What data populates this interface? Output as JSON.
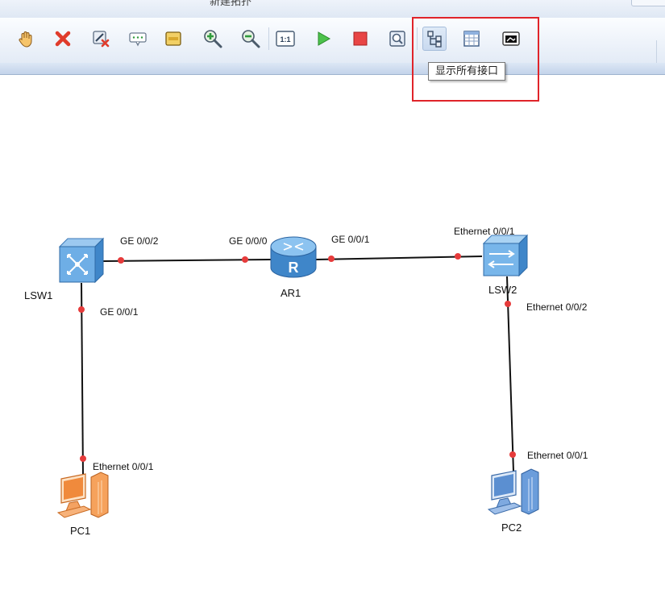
{
  "window": {
    "title": "新建拓扑"
  },
  "toolbar": {
    "buttons": [
      {
        "name": "hand-icon"
      },
      {
        "name": "delete-icon"
      },
      {
        "name": "delete-link-icon"
      },
      {
        "name": "text-icon"
      },
      {
        "name": "palette-icon"
      },
      {
        "name": "zoom-in-icon"
      },
      {
        "name": "zoom-out-icon"
      },
      {
        "name": "actual-size-icon"
      },
      {
        "name": "start-icon"
      },
      {
        "name": "stop-icon"
      },
      {
        "name": "capture-icon"
      },
      {
        "name": "show-interfaces-icon"
      },
      {
        "name": "grid-icon"
      },
      {
        "name": "console-icon"
      }
    ]
  },
  "tooltip": {
    "text": "显示所有接口"
  },
  "colors": {
    "link": "#111111",
    "port_dot": "#e63b3b",
    "highlight": "#e0242a",
    "pc1": "#f08a3c",
    "pc2": "#5b8fd1"
  },
  "devices": {
    "lsw1": {
      "label": "LSW1",
      "type": "core-switch"
    },
    "ar1": {
      "label": "AR1",
      "type": "router"
    },
    "lsw2": {
      "label": "LSW2",
      "type": "switch"
    },
    "pc1": {
      "label": "PC1",
      "type": "pc"
    },
    "pc2": {
      "label": "PC2",
      "type": "pc"
    }
  },
  "links": [
    {
      "from": "LSW1",
      "to": "AR1",
      "from_port": "GE 0/0/2",
      "to_port": "GE 0/0/0"
    },
    {
      "from": "AR1",
      "to": "LSW2",
      "from_port": "GE 0/0/1",
      "to_port": "Ethernet 0/0/1"
    },
    {
      "from": "LSW1",
      "to": "PC1",
      "from_port": "GE 0/0/1",
      "to_port": "Ethernet 0/0/1"
    },
    {
      "from": "LSW2",
      "to": "PC2",
      "from_port": "Ethernet 0/0/2",
      "to_port": "Ethernet 0/0/1"
    }
  ],
  "ports": {
    "lsw1_ge002": "GE 0/0/2",
    "ar1_ge000": "GE 0/0/0",
    "ar1_ge001": "GE 0/0/1",
    "lsw2_eth001": "Ethernet 0/0/1",
    "lsw1_ge001": "GE 0/0/1",
    "lsw2_eth002": "Ethernet 0/0/2",
    "pc1_eth001": "Ethernet 0/0/1",
    "pc2_eth001": "Ethernet 0/0/1"
  }
}
